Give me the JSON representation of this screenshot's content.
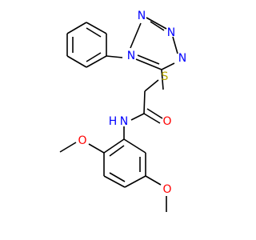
{
  "colors": {
    "bond": "#000000",
    "nitrogen": "#0000ff",
    "oxygen": "#ff0000",
    "sulfur": "#b5a500",
    "carbon": "#000000"
  },
  "atoms": {
    "tetrazole_n_top": "N",
    "tetrazole_n_top_right": "N",
    "tetrazole_n_right": "N",
    "tetrazole_n1": "N",
    "thioether_s": "S",
    "carbonyl_o": "O",
    "amide_nh": "N",
    "amide_h": "H",
    "methoxy_o_upper": "O",
    "methoxy_o_lower": "O"
  }
}
